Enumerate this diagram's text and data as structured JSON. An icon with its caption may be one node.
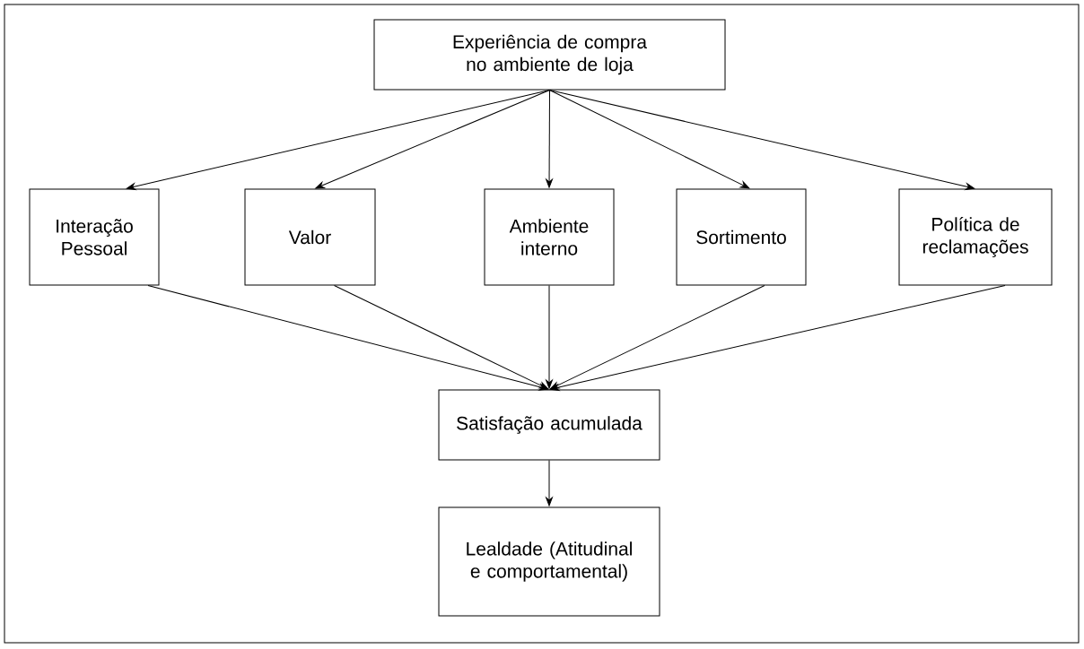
{
  "diagram": {
    "nodes": [
      {
        "text": [
          "Experiência de compra no ambiente de loja"
        ]
      },
      {
        "text": [
          "Interação Pessoal"
        ]
      },
      {
        "text": [
          "Valor"
        ]
      },
      {
        "text": [
          "Ambiente interno"
        ]
      },
      {
        "text": [
          "Sortimento"
        ]
      },
      {
        "text": [
          "Política de reclamações"
        ]
      },
      {
        "text": [
          "Satisfação acumulada"
        ]
      },
      {
        "text": [
          "Lealdade (Atitudinal e comportamental)"
        ]
      }
    ],
    "edges": [
      {
        "from": 0,
        "to": 1,
        "arrow": "to"
      },
      {
        "from": 0,
        "to": 2,
        "arrow": "to"
      },
      {
        "from": 0,
        "to": 3,
        "arrow": "to"
      },
      {
        "from": 0,
        "to": 4,
        "arrow": "to"
      },
      {
        "from": 0,
        "to": 5,
        "arrow": "to"
      },
      {
        "from": 1,
        "to": 6,
        "arrow": "to"
      },
      {
        "from": 2,
        "to": 6,
        "arrow": "to"
      },
      {
        "from": 3,
        "to": 6,
        "arrow": "to"
      },
      {
        "from": 4,
        "to": 6,
        "arrow": "to"
      },
      {
        "from": 5,
        "to": 6,
        "arrow": "to"
      },
      {
        "from": 6,
        "to": 7,
        "arrow": "to"
      }
    ]
  }
}
